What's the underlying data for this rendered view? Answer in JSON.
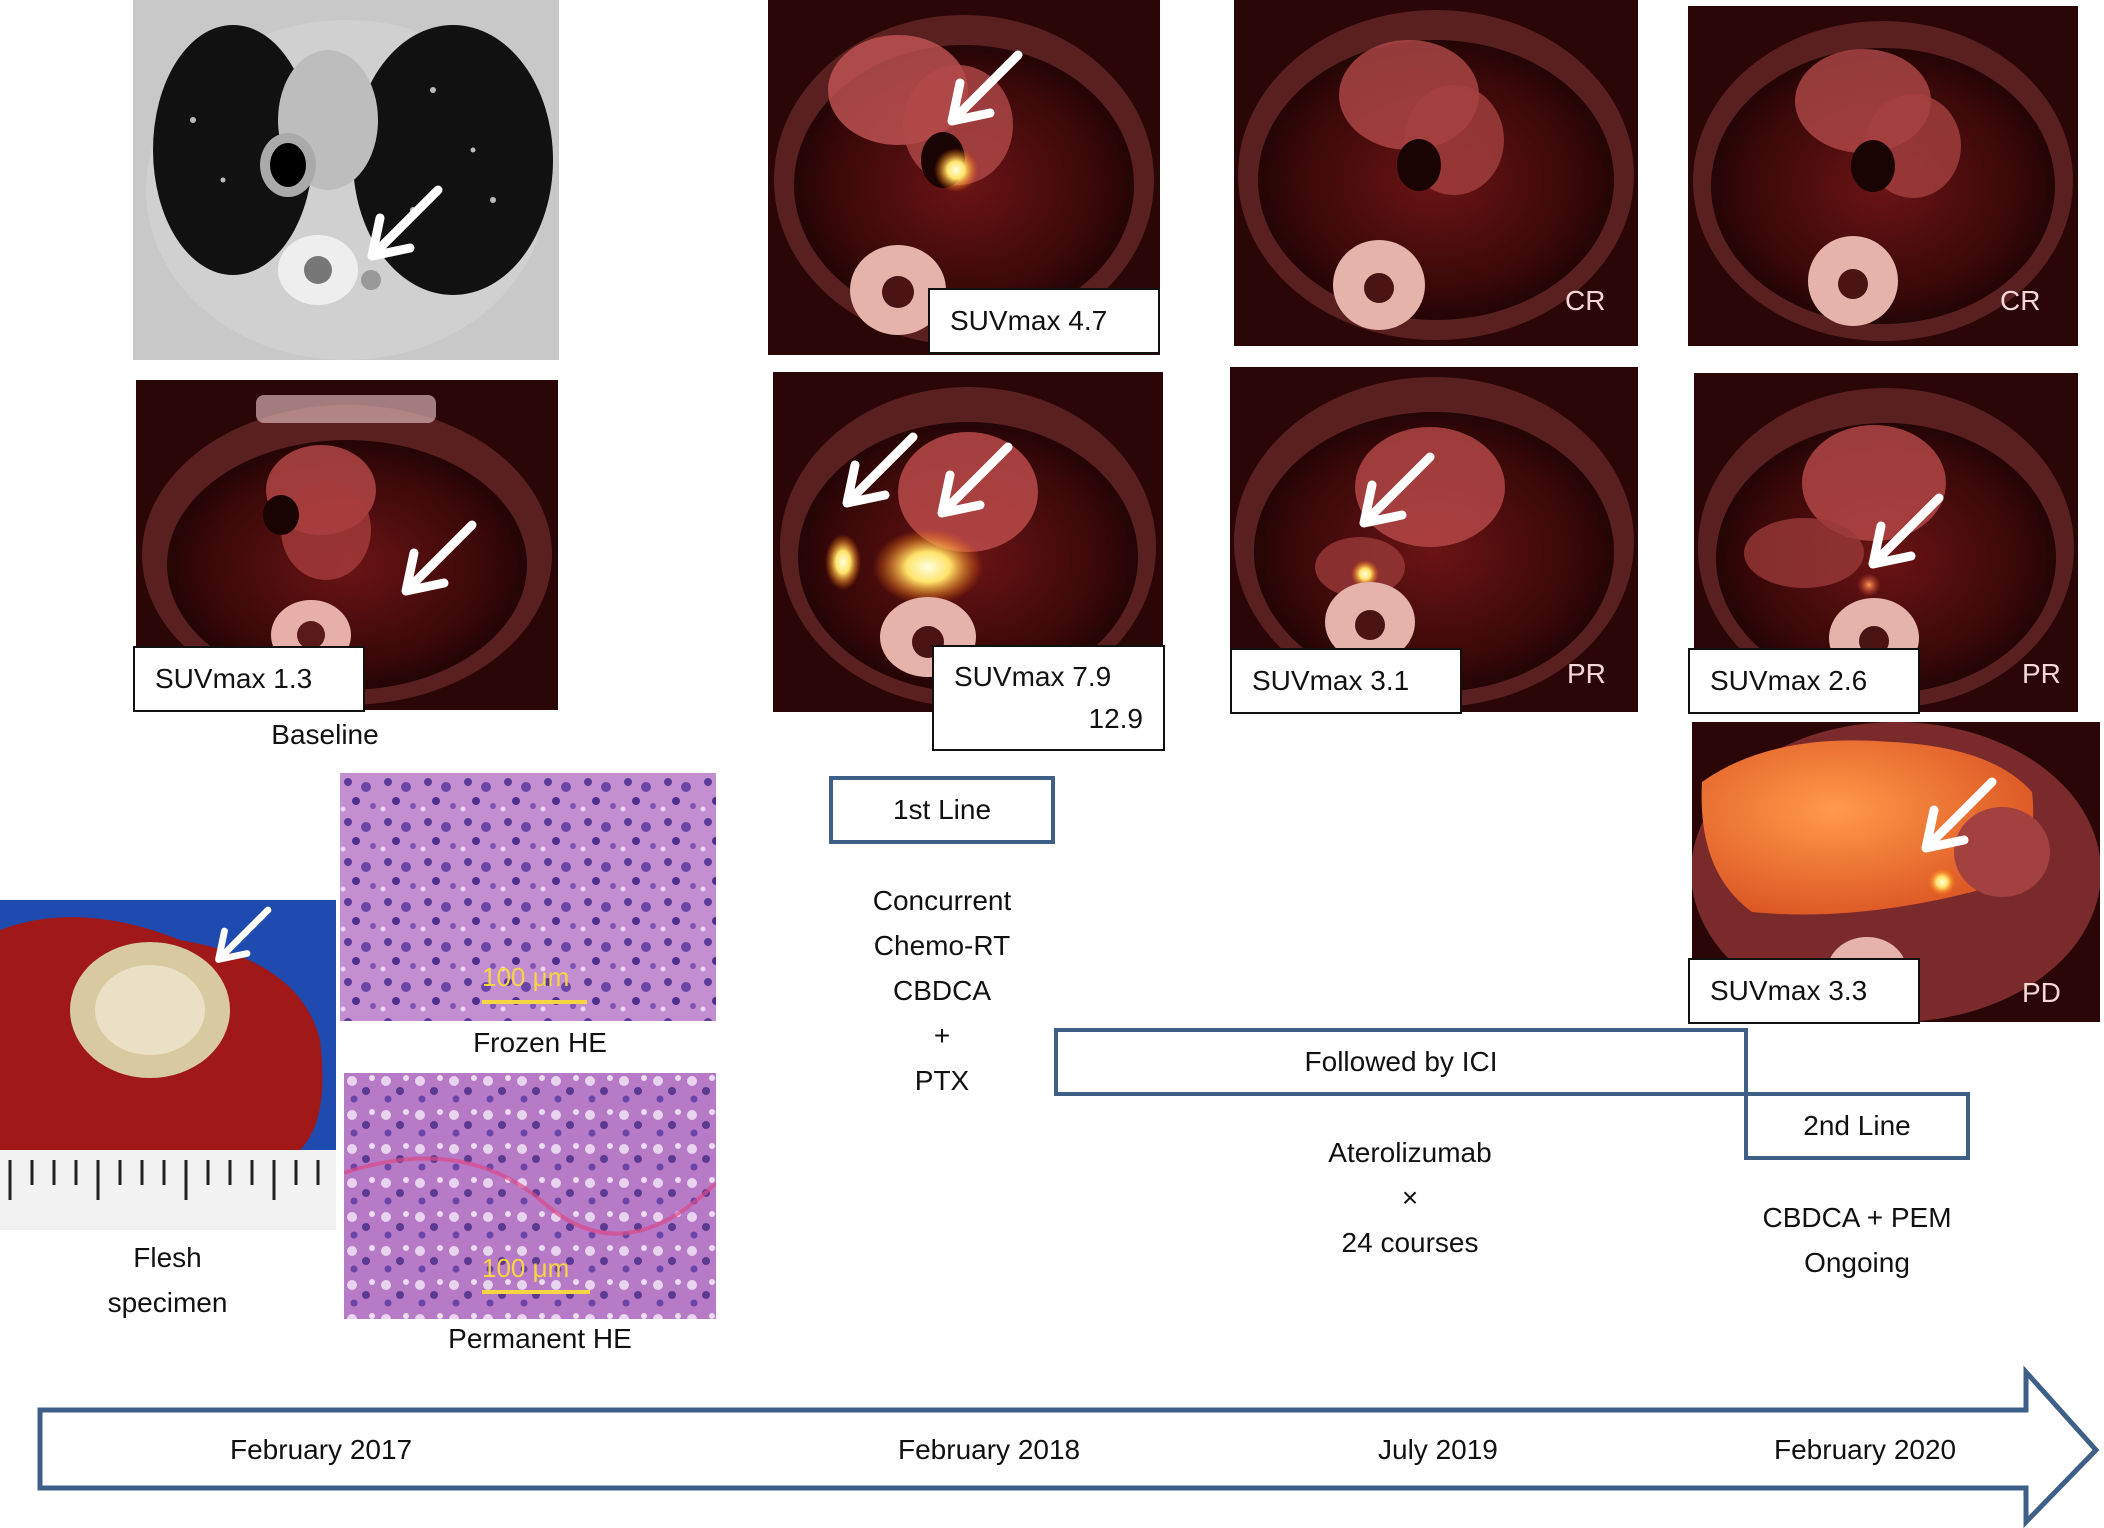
{
  "colors": {
    "box_border": "#3e5f88",
    "pet_bg": "#2a0606",
    "ct_bg": "#bdbdbd",
    "he_stain": "#b27ac4"
  },
  "images": {
    "ct_baseline": {
      "arrow": "white-arrow"
    },
    "pet_baseline": {
      "suv": "SUVmax 1.3"
    },
    "pet_feb2018_top": {
      "suv": "SUVmax 4.7"
    },
    "pet_feb2018_bottom": {
      "suv_line1": "SUVmax 7.9",
      "suv_line2": "12.9"
    },
    "pet_jul2019_top": {
      "response": "CR"
    },
    "pet_jul2019_bottom": {
      "suv": "SUVmax 3.1",
      "response": "PR"
    },
    "pet_feb2020_top": {
      "response": "CR"
    },
    "pet_feb2020_mid": {
      "suv": "SUVmax 2.6",
      "response": "PR"
    },
    "pet_feb2020_bottom": {
      "suv": "SUVmax 3.3",
      "response": "PD"
    },
    "frozen_he": {
      "scale": "100 μm"
    },
    "permanent_he": {
      "scale": "100 μm"
    }
  },
  "captions": {
    "baseline": "Baseline",
    "frozen": "Frozen HE",
    "permanent": "Permanent HE",
    "flesh_line1": "Flesh",
    "flesh_line2": "specimen"
  },
  "treatments": {
    "first_line": {
      "label": "1st Line",
      "details": [
        "Concurrent",
        "Chemo-RT",
        "CBDCA",
        "+",
        "PTX"
      ]
    },
    "ici": {
      "label": "Followed by ICI",
      "details": [
        "Aterolizumab",
        "×",
        "24 courses"
      ]
    },
    "second_line": {
      "label": "2nd Line",
      "details": [
        "CBDCA + PEM",
        "Ongoing"
      ]
    }
  },
  "timeline": {
    "labels": [
      "February 2017",
      "February 2018",
      "July 2019",
      "February 2020"
    ]
  }
}
